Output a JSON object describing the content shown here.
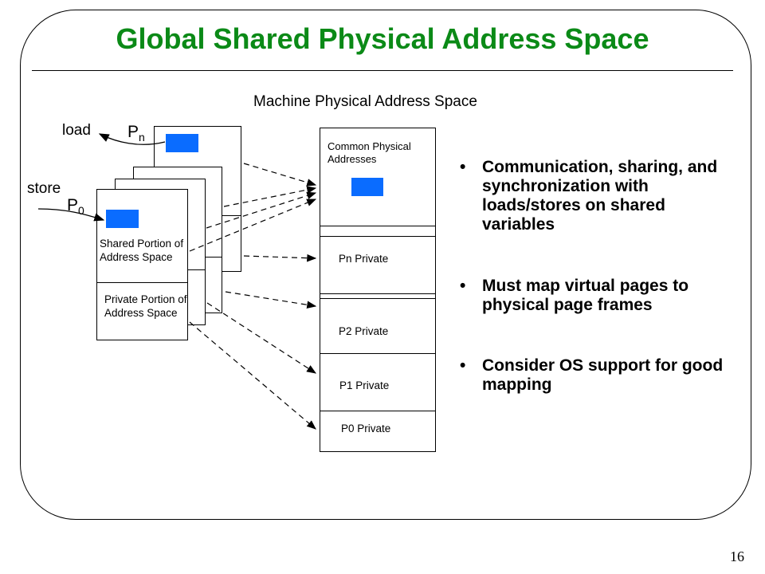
{
  "slide": {
    "title": "Global Shared Physical Address Space",
    "page_number": "16"
  },
  "diagram": {
    "machine_space_label": "Machine Physical Address Space",
    "load_label": "load",
    "store_label": "store",
    "pn_label_base": "P",
    "pn_label_sub": "n",
    "p0_label_base": "P",
    "p0_label_sub": "0",
    "shared_portion_label": "Shared Portion of Address Space",
    "private_portion_label": "Private Portion of Address Space",
    "common_physical_label": "Common Physical Addresses",
    "machine_regions": [
      "Pn Private",
      "P2 Private",
      "P1 Private",
      "P0 Private"
    ],
    "colors": {
      "title": "#0b8a17",
      "page_block": "#0a6cff"
    }
  },
  "bullets": [
    "Communication, sharing, and synchronization with loads/stores on shared variables",
    "Must map virtual pages to physical page frames",
    "Consider OS support for good mapping"
  ]
}
